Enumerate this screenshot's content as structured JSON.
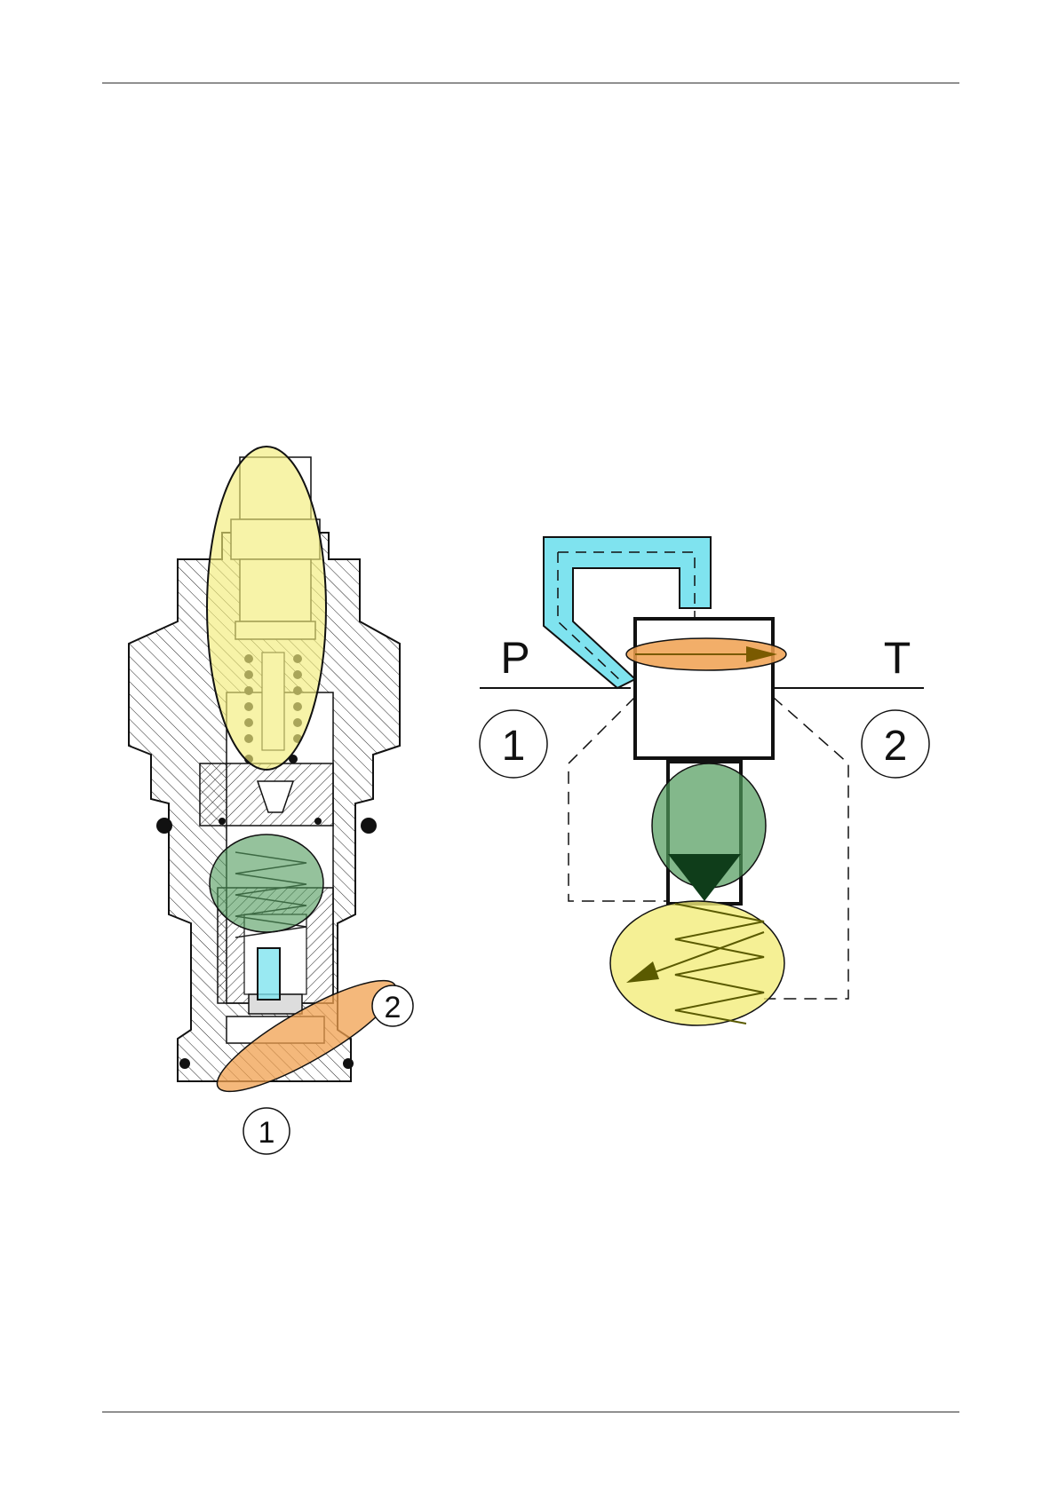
{
  "page": {
    "has_header_rule": true,
    "has_footer_rule": true
  },
  "section_view": {
    "port_1": "1",
    "port_2": "2"
  },
  "symbol": {
    "port_p": "P",
    "port_t": "T",
    "port_1": "1",
    "port_2": "2"
  },
  "colors": {
    "adjuster": "#f2ec7a",
    "spring_seat": "#4f9a5a",
    "orifice": "#7fe3ef",
    "flow_path": "#f0a04f",
    "outline": "#111111"
  }
}
